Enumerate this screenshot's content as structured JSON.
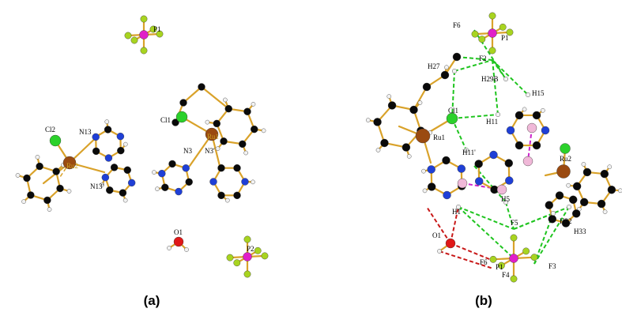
{
  "colors": {
    "bond": "#d9a22a",
    "carbon": "#0a0a0a",
    "nitrogen": "#1f3fd6",
    "hydrogen": "#f2f2f2",
    "ruthenium": "#9a4a10",
    "chlorine": "#2bd12b",
    "phosphorus": "#e020c8",
    "fluorine": "#a8d420",
    "oxygen": "#e01818",
    "hbond_green": "#1fc41f",
    "hbond_red": "#c81818",
    "pi_magenta": "#cc22cc",
    "centroid": "#f0b8d8"
  },
  "panel_a": {
    "caption": "(a)",
    "labels": {
      "p1": "P1",
      "cl2": "Cl2",
      "n13": "N13",
      "ru2": "Ru2",
      "n13p": "N13'",
      "cl1": "Cl1",
      "ru1": "Ru1",
      "n3": "N3",
      "n3p": "N3'",
      "o1": "O1",
      "p2": "P2"
    }
  },
  "panel_b": {
    "caption": "(b)",
    "labels": {
      "f6a": "F6",
      "p1": "P1",
      "h27": "H27",
      "f2": "F2",
      "h29b": "H29B",
      "h15": "H15",
      "cl1": "Cl1",
      "h11": "H11",
      "ru1": "Ru1",
      "h11p": "H11'",
      "ru2": "Ru2",
      "h5": "H5",
      "h1": "H1",
      "f5": "F5",
      "h32": "H32",
      "o1": "O1",
      "h33": "H33",
      "f6b": "F6",
      "p1b": "P1",
      "f4": "F4",
      "f3": "F3"
    }
  }
}
